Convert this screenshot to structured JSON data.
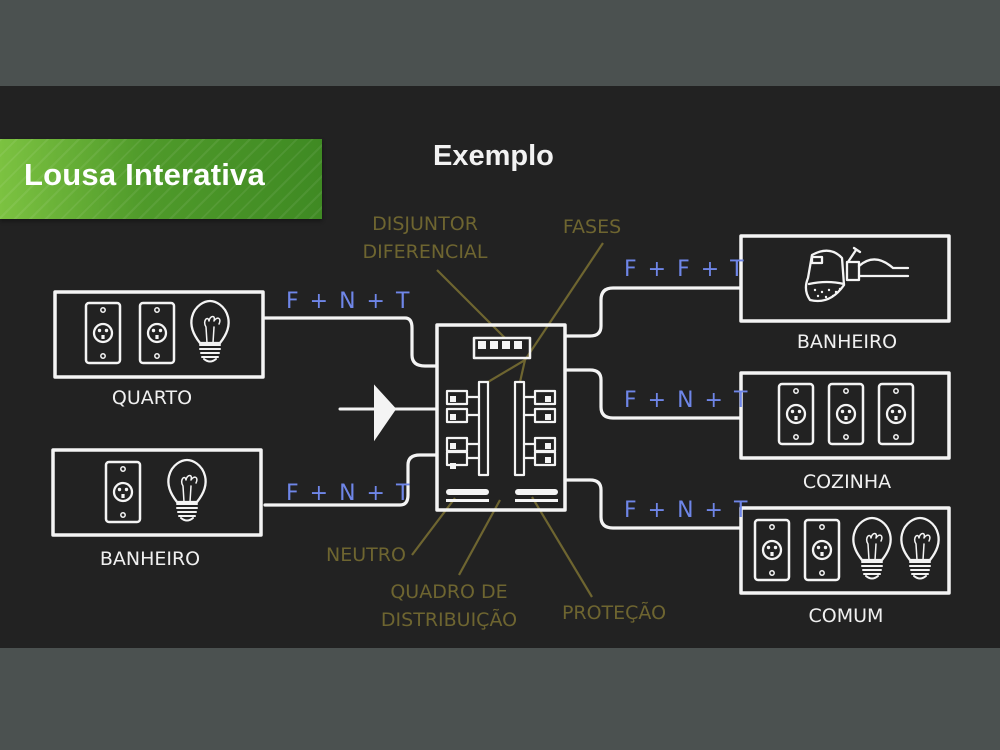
{
  "banner": {
    "label": "Lousa Interativa",
    "color_from": "#7cc241",
    "color_to": "#3f8a23"
  },
  "title": "Exemplo",
  "annotations": {
    "disjuntor_line1": "DISJUNTOR",
    "disjuntor_line2": "DIFERENCIAL",
    "fases": "FASES",
    "neutro": "NEUTRO",
    "quadro_line1": "QUADRO DE",
    "quadro_line2": "DISTRIBUIÇÃO",
    "protecao": "PROTEÇÃO",
    "color": "#6e6530"
  },
  "circuits": [
    {
      "room": "QUARTO",
      "wiring": "F + N + T",
      "devices": [
        "outlet",
        "outlet",
        "lightbulb"
      ]
    },
    {
      "room": "BANHEIRO",
      "wiring": "F + N + T",
      "devices": [
        "outlet",
        "lightbulb"
      ]
    },
    {
      "room": "BANHEIRO",
      "wiring": "F + F + T",
      "devices": [
        "shower-heater"
      ]
    },
    {
      "room": "COZINHA",
      "wiring": "F + N + T",
      "devices": [
        "outlet",
        "outlet",
        "outlet"
      ]
    },
    {
      "room": "COMUM",
      "wiring": "F + N + T",
      "devices": [
        "outlet",
        "outlet",
        "lightbulb",
        "lightbulb"
      ]
    }
  ],
  "colors": {
    "wiring_label": "#6f86e8",
    "chalk": "#f4f4f4",
    "board": "#222222",
    "frame": "#4b5150"
  }
}
